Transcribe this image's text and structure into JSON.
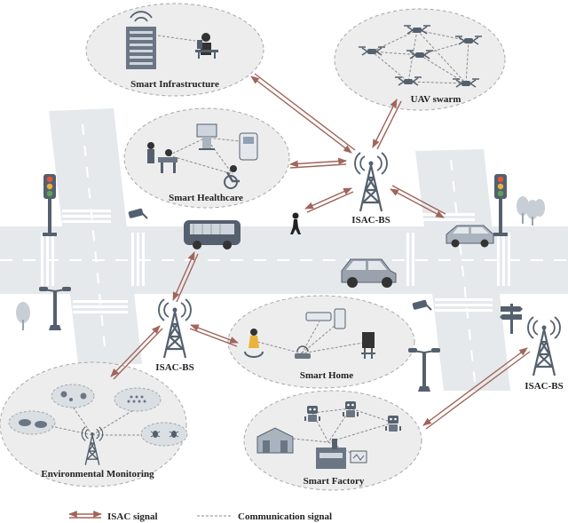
{
  "labels": {
    "smart_infrastructure": "Smart Infrastructure",
    "uav_swarm": "UAV swarm",
    "smart_healthcare": "Smart Healthcare",
    "isac_bs_center": "ISAC-BS",
    "isac_bs_left": "ISAC-BS",
    "isac_bs_right": "ISAC-BS",
    "smart_home": "Smart Home",
    "environmental_monitoring": "Environmental Monitoring",
    "smart_factory": "Smart Factory"
  },
  "legend": {
    "isac_signal": "ISAC signal",
    "communication_signal": "Communication signal"
  },
  "colors": {
    "isac_arrow": "#a0645a",
    "comm_line": "#8a8a8a",
    "cloud_fill": "#ededed",
    "cloud_stroke": "#a8a8a8",
    "road": "#e6e9ec",
    "icon": "#55606e"
  }
}
